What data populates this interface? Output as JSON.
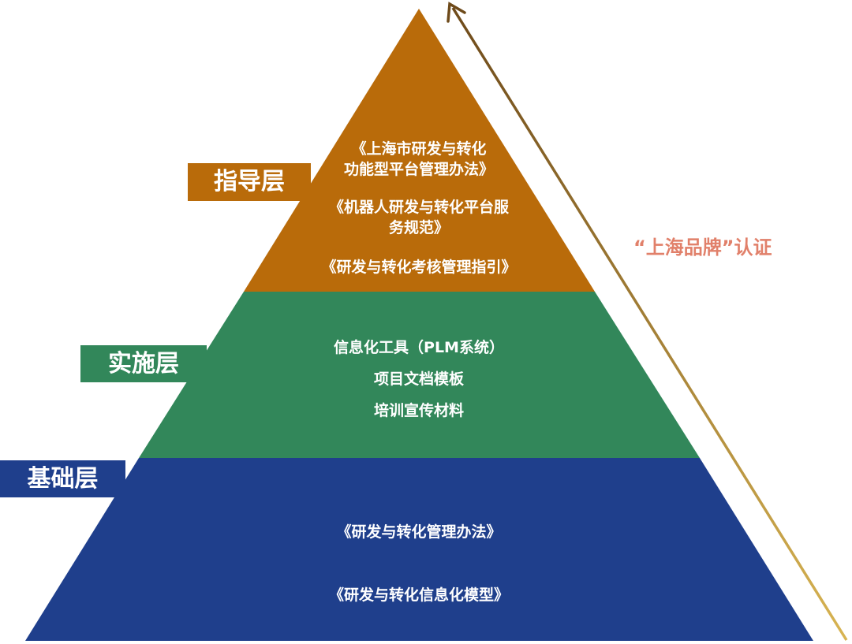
{
  "colors": {
    "guide": "#b96b0a",
    "impl": "#32875a",
    "base": "#1f3f8c",
    "arrow": "#a88432",
    "cert_text": "#e1806a"
  },
  "layers": {
    "guide": {
      "label": "指导层",
      "items": [
        "《上海市研发与转化",
        "功能型平台管理办法》",
        "《机器人研发与转化平台服",
        "务规范》",
        "《研发与转化考核管理指引》"
      ]
    },
    "impl": {
      "label": "实施层",
      "items": [
        "信息化工具（PLM系统）",
        "项目文档模板",
        "培训宣传材料"
      ]
    },
    "base": {
      "label": "基础层",
      "items": [
        "《研发与转化管理办法》",
        "《研发与转化信息化模型》"
      ]
    }
  },
  "certification": "“上海品牌”认证"
}
